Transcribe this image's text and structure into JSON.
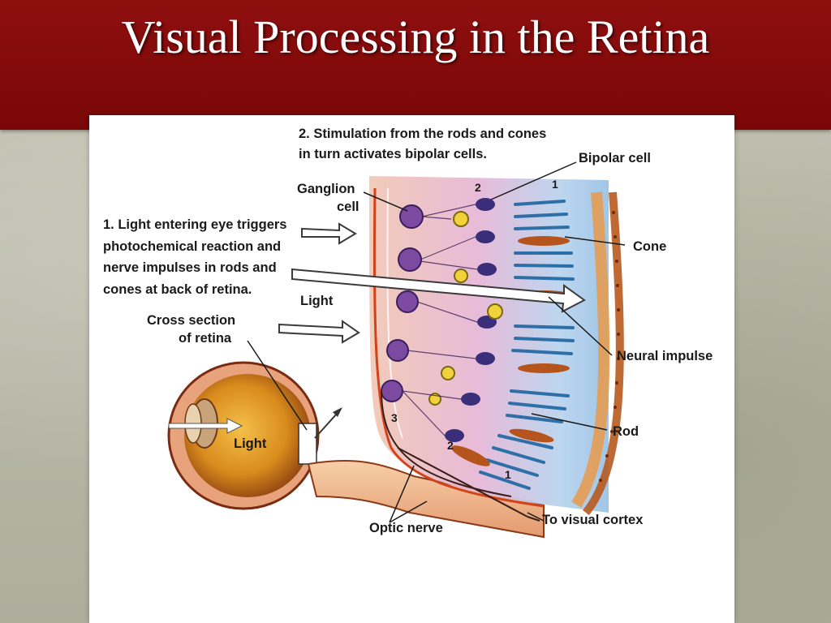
{
  "slide": {
    "title": "Visual Processing in the Retina",
    "colors": {
      "header": "#8a0c0c",
      "background": "#b9b8a8",
      "panel": "#ffffff"
    }
  },
  "diagram": {
    "step2_line1": "2. Stimulation from the rods and cones",
    "step2_line2": "in turn activates bipolar cells.",
    "step1_line1": "1. Light entering eye triggers",
    "step1_line2": "photochemical reaction and",
    "step1_line3": "nerve impulses in rods and",
    "step1_line4": "cones at back of retina.",
    "ganglion_line1": "Ganglion",
    "ganglion_line2": "cell",
    "bipolar_cell": "Bipolar cell",
    "cone": "Cone",
    "rod": "Rod",
    "neural_impulse": "Neural impulse",
    "light_top": "Light",
    "light_eye": "Light",
    "cross_section_line1": "Cross section",
    "cross_section_line2": "of retina",
    "optic_nerve": "Optic nerve",
    "to_visual_cortex": "To visual cortex",
    "num_top_2": "2",
    "num_top_1": "1",
    "num_bottom_3": "3",
    "num_bottom_2": "2",
    "num_bottom_1": "1"
  }
}
